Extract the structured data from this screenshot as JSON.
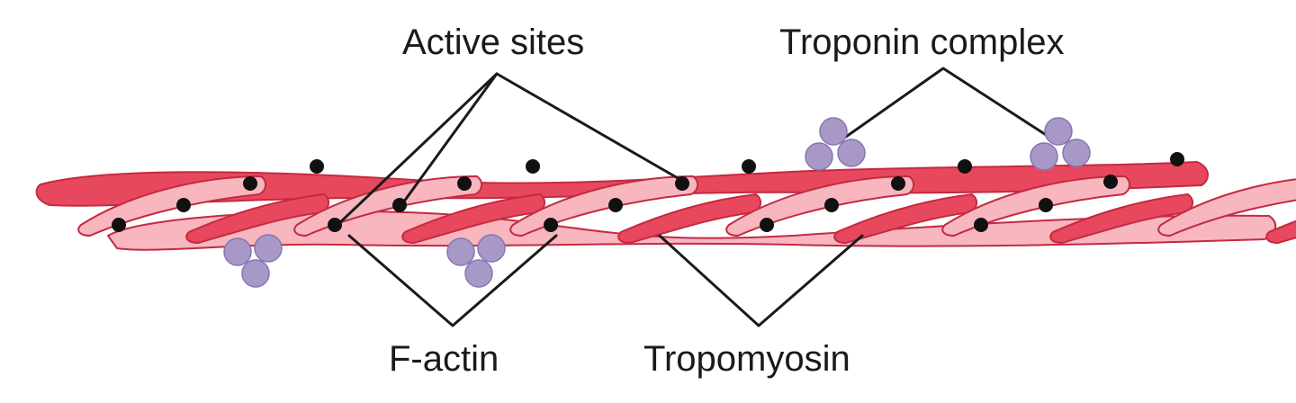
{
  "labels": {
    "active_sites": "Active sites",
    "troponin_complex": "Troponin complex",
    "f_actin": "F-actin",
    "tropomyosin": "Tropomyosin"
  },
  "colors": {
    "actin_dark": "#e8485e",
    "actin_light": "#f8b6bf",
    "actin_outline": "#c42a40",
    "active_site": "#111111",
    "troponin": "#a898c8"
  }
}
